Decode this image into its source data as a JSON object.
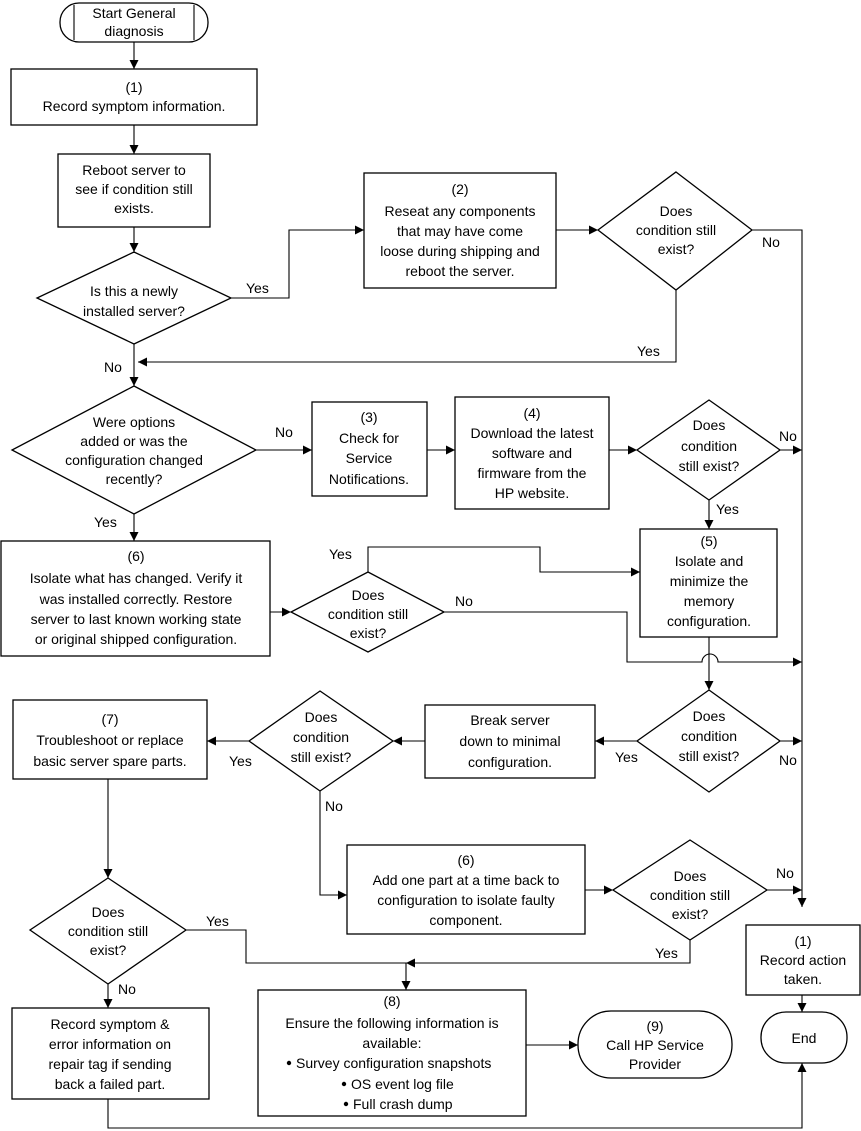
{
  "start": [
    "Start General",
    "diagnosis"
  ],
  "b1": [
    "(1)",
    "Record symptom information."
  ],
  "reboot": [
    "Reboot server to",
    "see if condition still",
    "exists."
  ],
  "b2": [
    "(2)",
    "Reseat any components",
    "that may have come",
    "loose during shipping and",
    "reboot the server."
  ],
  "d_top": [
    "Does",
    "condition still",
    "exist?"
  ],
  "d_new": [
    "Is this a newly",
    "installed server?"
  ],
  "d_options": [
    "Were options",
    "added or was the",
    "configuration changed",
    "recently?"
  ],
  "b3": [
    "(3)",
    "Check for",
    "Service",
    "Notifications."
  ],
  "b4": [
    "(4)",
    "Download the latest",
    "software and",
    "firmware from the",
    "HP website."
  ],
  "d_4": [
    "Does",
    "condition",
    "still exist?"
  ],
  "b6a": [
    "(6)",
    "Isolate what has changed. Verify it",
    "was installed correctly.  Restore",
    "server to last known working state",
    "or original shipped configuration."
  ],
  "d_6a": [
    "Does",
    "condition still",
    "exist?"
  ],
  "b5": [
    "(5)",
    "Isolate and",
    "minimize the",
    "memory",
    "configuration."
  ],
  "b7": [
    "(7)",
    "Troubleshoot or replace",
    "basic server spare parts."
  ],
  "d_7": [
    "Does",
    "condition",
    "still exist?"
  ],
  "break": [
    "Break server",
    "down to minimal",
    "configuration."
  ],
  "d_5": [
    "Does",
    "condition",
    "still exist?"
  ],
  "b6b": [
    "(6)",
    "Add one part at a time back to",
    "configuration to isolate faulty",
    "component."
  ],
  "d_6b": [
    "Does",
    "condition still",
    "exist?"
  ],
  "d_left": [
    "Does",
    "condition still",
    "exist?"
  ],
  "record_action": [
    "(1)",
    "Record action",
    "taken."
  ],
  "record_sym": [
    "Record symptom &",
    "error information on",
    "repair tag if sending",
    "back a failed part."
  ],
  "b8": {
    "lines": [
      "(8)",
      "Ensure the following information is",
      "available:"
    ],
    "bullets": [
      "Survey configuration snapshots",
      "OS event log file",
      "Full crash dump"
    ]
  },
  "call": [
    "(9)",
    "Call HP Service",
    "Provider"
  ],
  "end": "End",
  "labels": {
    "yes": "Yes",
    "no": "No"
  }
}
